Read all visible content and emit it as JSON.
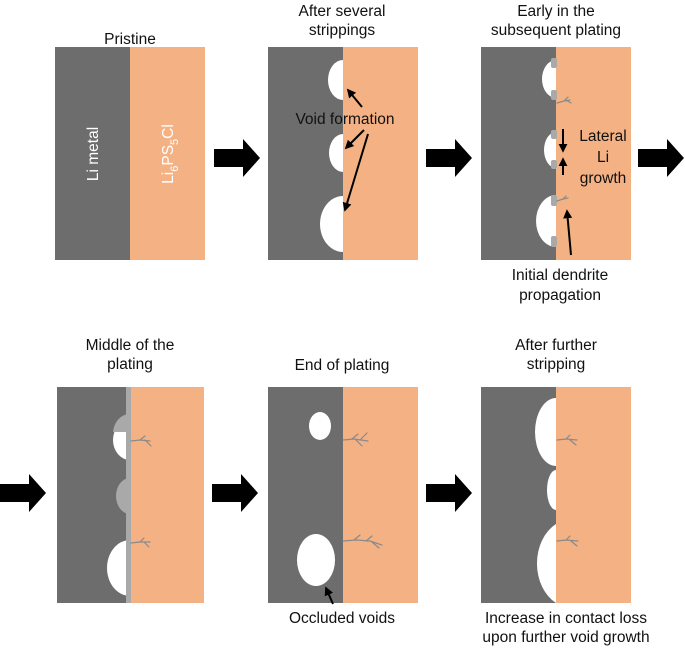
{
  "colors": {
    "metal": "#6d6d6d",
    "electrolyte": "#f4b183",
    "void": "#ffffff",
    "interlayer": "#a9a9a9",
    "dendrite": "#8a8a8a",
    "arrow": "#000000"
  },
  "panels": {
    "pristine": {
      "title": [
        "Pristine"
      ],
      "metal_label": "Li metal",
      "electrolyte_label": [
        "Li",
        "6",
        "PS",
        "5",
        "Cl"
      ]
    },
    "stripping": {
      "title": [
        "After several",
        "strippings"
      ],
      "annotation": "Void formation"
    },
    "early_plating": {
      "title": [
        "Early in the",
        "subsequent plating"
      ],
      "lateral_label": [
        "Lateral",
        "Li",
        "growth"
      ],
      "caption": [
        "Initial dendrite",
        "propagation"
      ]
    },
    "middle_plating": {
      "title": [
        "Middle of the",
        "plating"
      ]
    },
    "end_plating": {
      "title": [
        "End of plating"
      ],
      "caption": [
        "Occluded voids"
      ]
    },
    "further_stripping": {
      "title": [
        "After further",
        "stripping"
      ],
      "caption": [
        "Increase in contact loss",
        "upon further void growth"
      ]
    }
  },
  "icons": [
    "right-arrow-icon"
  ]
}
